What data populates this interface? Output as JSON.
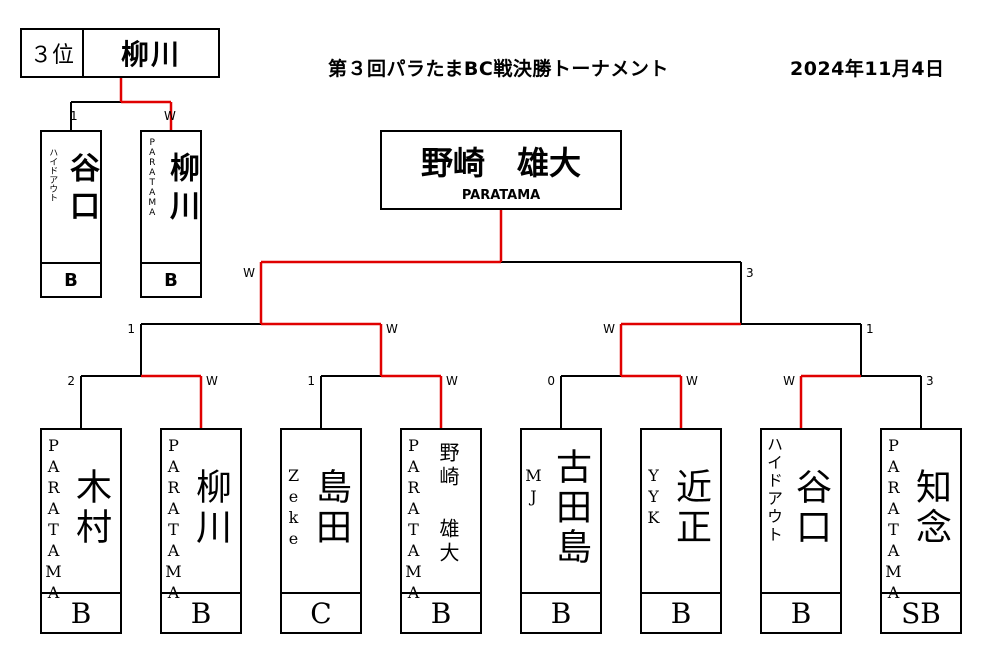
{
  "title": "第３回パラたまBC戦決勝トーナメント",
  "date": "2024年11月4日",
  "champion": {
    "name": "野崎　雄大",
    "team": "PARATAMA"
  },
  "third_place": {
    "label": "３位",
    "name": "柳川"
  },
  "bronze_match": {
    "left": {
      "name": "谷口",
      "team": "ハイドアウト",
      "class": "B",
      "score": "1"
    },
    "right": {
      "name": "柳川",
      "team": "PARATAMA",
      "class": "B",
      "score": "W"
    }
  },
  "players": [
    {
      "name": "木村",
      "team": "PARATAMA",
      "class": "B",
      "score": "2"
    },
    {
      "name": "柳川",
      "team": "PARATAMA",
      "class": "B",
      "score": "W"
    },
    {
      "name": "島田",
      "team": "Zeke",
      "class": "C",
      "score": "1"
    },
    {
      "name": "野崎 雄大",
      "team": "PARATAMA",
      "class": "B",
      "score": "W"
    },
    {
      "name": "古田島",
      "team": "MJ",
      "class": "B",
      "score": "0"
    },
    {
      "name": "近正",
      "team": "YYK",
      "class": "B",
      "score": "W"
    },
    {
      "name": "谷口",
      "team": "ハイドアウト",
      "class": "B",
      "score": "W"
    },
    {
      "name": "知念",
      "team": "PARATAMA",
      "class": "SB",
      "score": "3"
    }
  ],
  "semifinal_scores": [
    "1",
    "W",
    "W",
    "1"
  ],
  "final_scores": [
    "W",
    "3"
  ],
  "colors": {
    "winner_line": "#e00000",
    "line": "#000000"
  }
}
